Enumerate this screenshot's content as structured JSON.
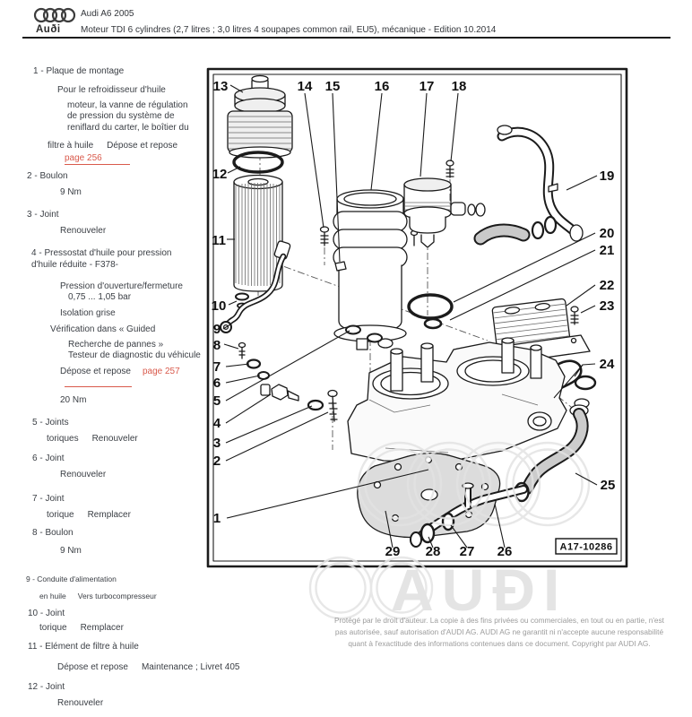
{
  "header": {
    "wordmark": "Auði",
    "model": "Audi A6 2005",
    "subtitle": "Moteur TDI 6 cylindres (2,7 litres ; 3,0 litres 4 soupapes common rail, EU5), mécanique - Edition 10.2014"
  },
  "parts": {
    "p1": {
      "head": "1 - Plaque de montage",
      "d1": "Pour le refroidisseur d'huile",
      "d2": "moteur, la vanne de régulation",
      "d3": "de pression du système de",
      "d4": "reniflard du carter, le boîtier du",
      "d5a": "filtre à huile",
      "d5b": "Dépose et repose",
      "link": "page 256"
    },
    "p2": {
      "head": "2 - Boulon",
      "d1": "9 Nm"
    },
    "p3": {
      "head": "3 - Joint",
      "d1": "Renouveler"
    },
    "p4": {
      "head1": "4 - Pressostat d'huile pour pression",
      "head2": "d'huile réduite - F378-",
      "d1": "Pression d'ouverture/fermeture",
      "d2": "0,75 ... 1,05 bar",
      "d3": "Isolation grise",
      "d4": "Vérification dans « Guided",
      "d5": "Recherche de pannes »",
      "d6": "Testeur de diagnostic du véhicule",
      "d7": "Dépose et repose",
      "link": "page 257",
      "d8": "20 Nm"
    },
    "p5": {
      "head": "5 - Joints",
      "d1a": "toriques",
      "d1b": "Renouveler"
    },
    "p6": {
      "head": "6 - Joint",
      "d1": "Renouveler"
    },
    "p7": {
      "head": "7 - Joint",
      "d1a": "torique",
      "d1b": "Remplacer"
    },
    "p8": {
      "head": "8 - Boulon",
      "d1": "9 Nm"
    },
    "p9": {
      "head": "9 - Conduite d'alimentation",
      "d1a": "en huile",
      "d1b": "Vers turbocompresseur"
    },
    "p10": {
      "head": "10 - Joint",
      "d1a": "torique",
      "d1b": "Remplacer"
    },
    "p11": {
      "head": "11 - Elément de filtre à huile",
      "d1a": "Dépose et repose",
      "d1b": "Maintenance ; Livret 405"
    },
    "p12": {
      "head": "12 - Joint",
      "d1": "Renouveler"
    }
  },
  "diagram": {
    "figure_id": "A17-10286",
    "watermark": "AUÐI",
    "callouts": {
      "n1": "1",
      "n2": "2",
      "n3": "3",
      "n4": "4",
      "n5": "5",
      "n6": "6",
      "n7": "7",
      "n8": "8",
      "n9": "9",
      "n10": "10",
      "n11": "11",
      "n12": "12",
      "n13": "13",
      "n14": "14",
      "n15": "15",
      "n16": "16",
      "n17": "17",
      "n18": "18",
      "n19": "19",
      "n20": "20",
      "n21": "21",
      "n22": "22",
      "n23": "23",
      "n24": "24",
      "n25": "25",
      "n26": "26",
      "n27": "27",
      "n28": "28",
      "n29": "29"
    }
  },
  "footer": {
    "l1": "Protégé par le droit d'auteur. La copie à des fins privées ou commerciales, en tout ou en partie, n'est",
    "l2": "pas autorisée, sauf autorisation d'AUDI AG. AUDI AG ne garantit ni n'accepte aucune responsabilité",
    "l3": "quant à l'exactitude des informations contenues dans ce document. Copyright par AUDI AG."
  },
  "colors": {
    "link_red": "#d95a4c",
    "text": "#3a3e44",
    "watermark_gray": "#e4e4e4"
  }
}
